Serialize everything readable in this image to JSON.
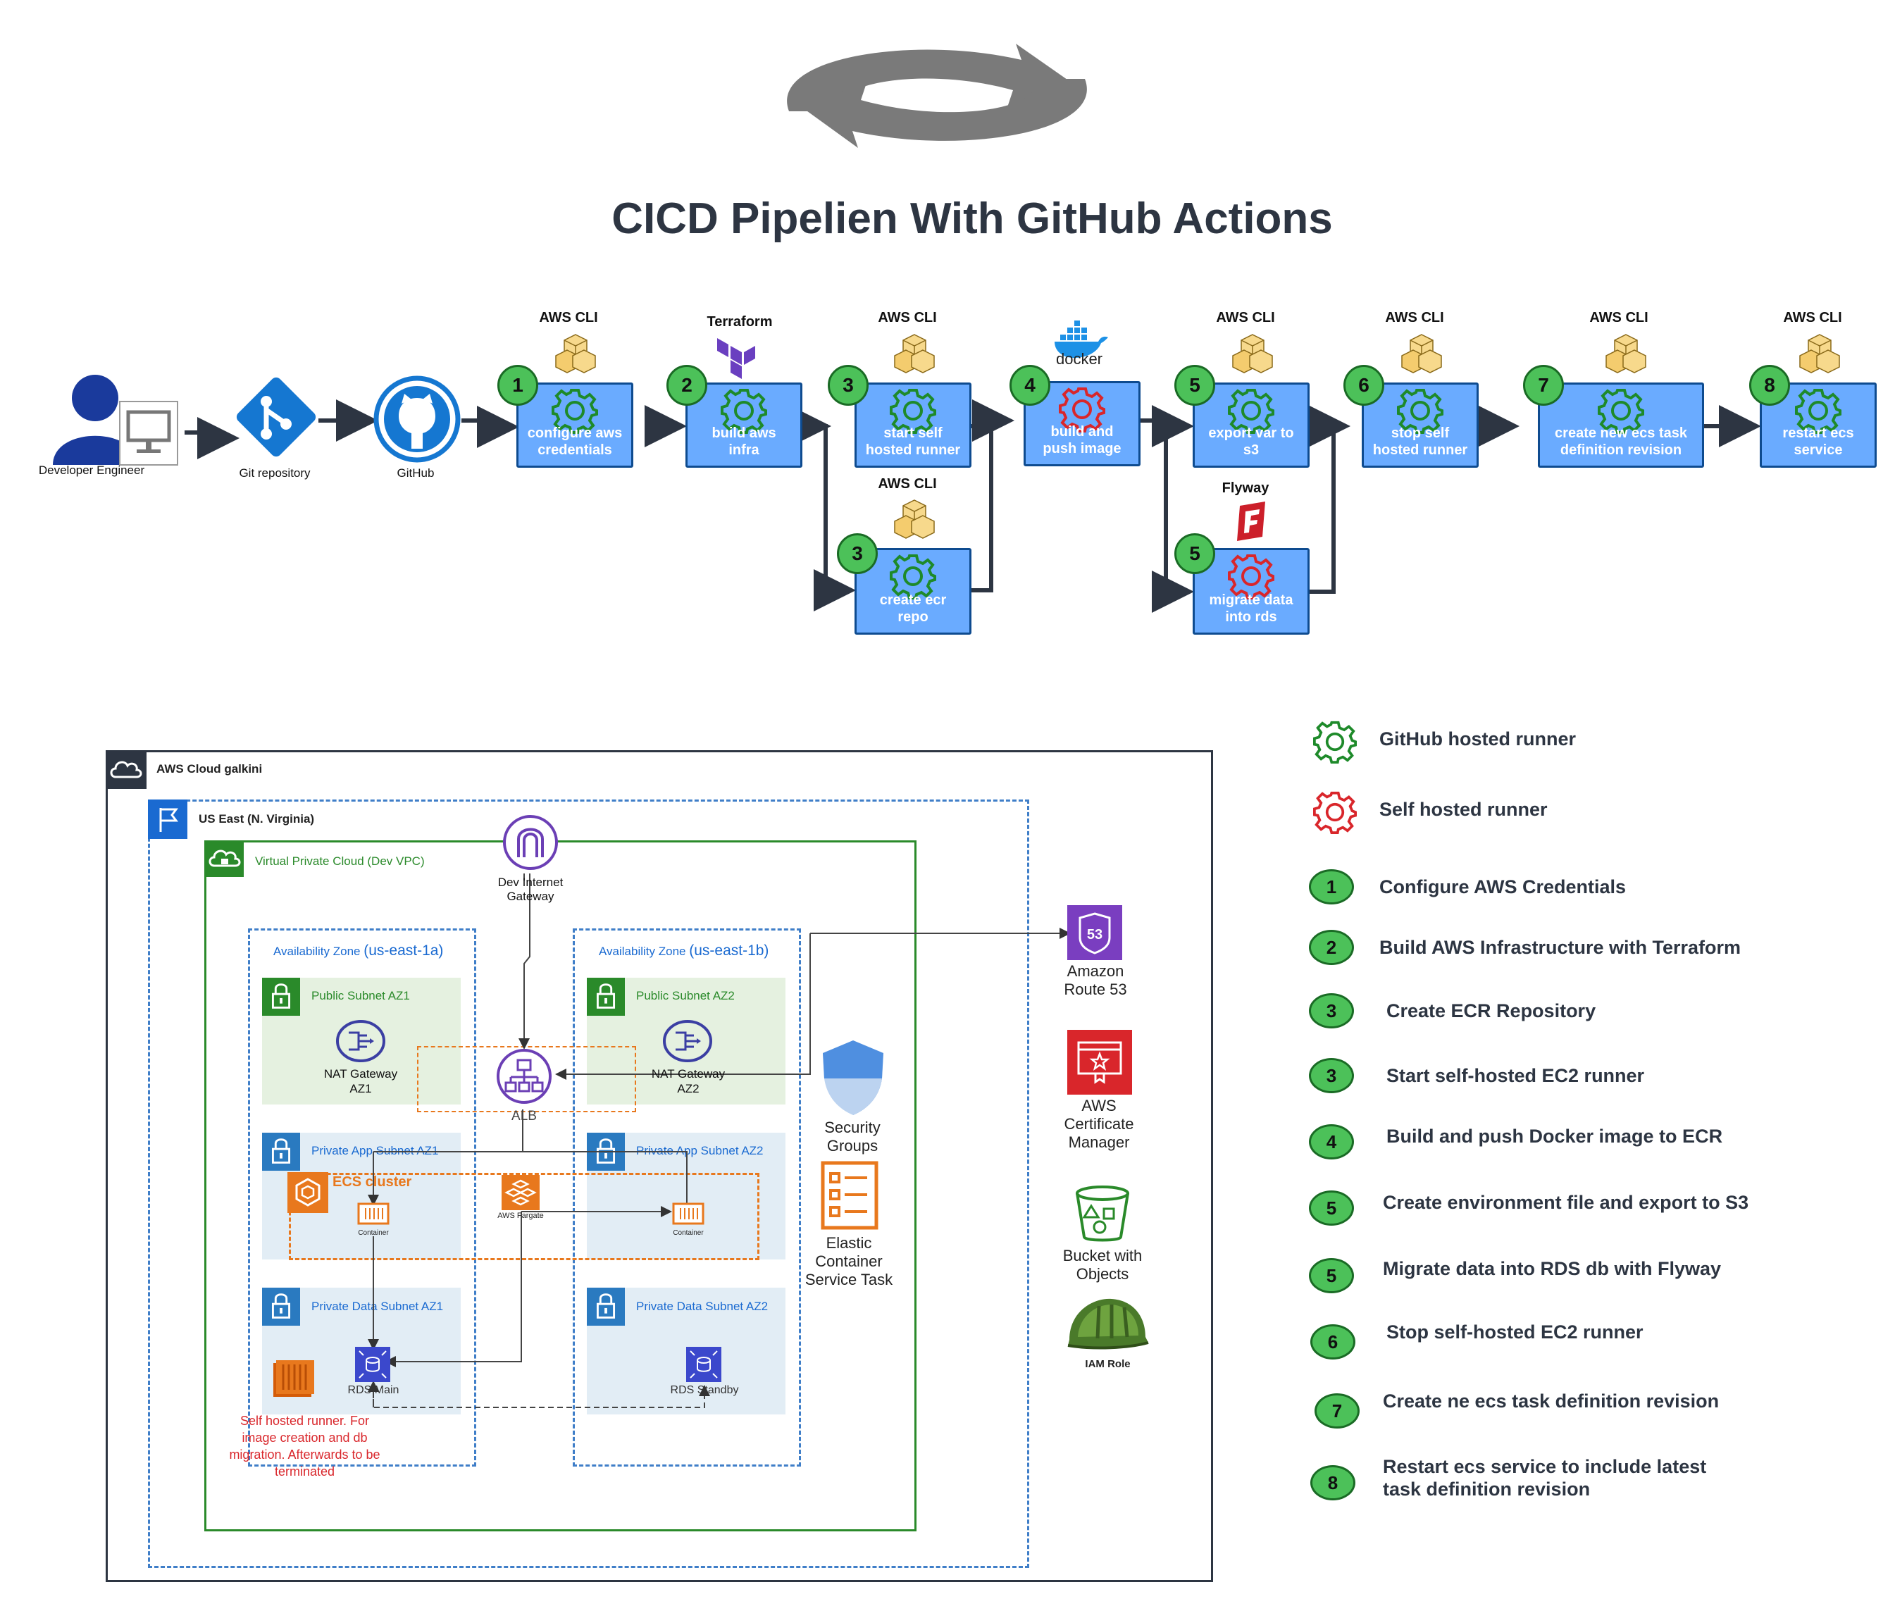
{
  "diagram_title": "CICD Pipelien With GitHub Actions",
  "pipeline": {
    "developer_label": "Developer Engineer",
    "git_label": "Git repository",
    "github_label": "GitHub",
    "docker_label": "docker",
    "steps": [
      {
        "num": "1",
        "text_l1": "configure aws",
        "text_l2": "credentials",
        "tool": "AWS CLI"
      },
      {
        "num": "2",
        "text_l1": "build aws",
        "text_l2": "infra",
        "tool": "Terraform"
      },
      {
        "num": "3",
        "text_l1": "start self",
        "text_l2": "hosted runner",
        "tool": "AWS CLI"
      },
      {
        "num": "3",
        "text_l1": "create ecr",
        "text_l2": "repo",
        "tool": "AWS CLI"
      },
      {
        "num": "4",
        "text_l1": "build and",
        "text_l2": "push image",
        "tool": ""
      },
      {
        "num": "5",
        "text_l1": "export var to",
        "text_l2": "s3",
        "tool": "AWS CLI"
      },
      {
        "num": "5",
        "text_l1": "migrate data",
        "text_l2": "into rds",
        "tool": "Flyway"
      },
      {
        "num": "6",
        "text_l1": "stop self",
        "text_l2": "hosted runner",
        "tool": "AWS CLI"
      },
      {
        "num": "7",
        "text_l1": "create new ecs task",
        "text_l2": "definition revision",
        "tool": "AWS CLI"
      },
      {
        "num": "8",
        "text_l1": "restart ecs",
        "text_l2": "service",
        "tool": "AWS CLI"
      }
    ]
  },
  "legend": {
    "github_runner": "GitHub hosted runner",
    "self_runner": "Self hosted runner",
    "items": [
      {
        "num": "1",
        "text": "Configure AWS Credentials"
      },
      {
        "num": "2",
        "text": "Build AWS Infrastructure with Terraform"
      },
      {
        "num": "3",
        "text": "Create ECR Repository"
      },
      {
        "num": "3",
        "text": "Start self-hosted EC2 runner"
      },
      {
        "num": "4",
        "text": "Build and push Docker image to ECR"
      },
      {
        "num": "5",
        "text": "Create environment file and export to S3"
      },
      {
        "num": "5",
        "text": "Migrate data into RDS db with Flyway"
      },
      {
        "num": "6",
        "text": "Stop self-hosted EC2 runner"
      },
      {
        "num": "7",
        "text": "Create ne ecs task definition revision"
      },
      {
        "num": "8",
        "text": "Restart ecs service to include latest",
        "text2": "task definition revision"
      }
    ]
  },
  "architecture": {
    "aws_cloud": "AWS Cloud galkini",
    "region": "US East (N. Virginia)",
    "vpc": "Virtual Private Cloud (Dev VPC)",
    "igw_l1": "Dev Internet",
    "igw_l2": "Gateway",
    "az1_prefix": "Availability Zone",
    "az1_code": "(us-east-1a)",
    "az2_prefix": "Availability Zone",
    "az2_code": "(us-east-1b)",
    "public_az1": "Public Subnet AZ1",
    "public_az2": "Public Subnet AZ2",
    "nat1_l1": "NAT Gateway",
    "nat1_l2": "AZ1",
    "nat2_l1": "NAT Gateway",
    "nat2_l2": "AZ2",
    "alb": "ALB",
    "private_app_az1": "Private App Subnet AZ1",
    "private_app_az2": "Private App Subnet AZ2",
    "ecs_cluster": "ECS cluster",
    "fargate": "AWS Fargate",
    "container1": "Container",
    "container2": "Container",
    "private_data_az1": "Private Data Subnet AZ1",
    "private_data_az2": "Private Data Subnet AZ2",
    "rds_main": "RDS Main",
    "rds_standby": "RDS Standby",
    "runner_note_l1": "Self hosted runner. For",
    "runner_note_l2": "image creation and db",
    "runner_note_l3": "migration. Afterwards to be",
    "runner_note_l4": "terminated",
    "sg_l1": "Security",
    "sg_l2": "Groups",
    "ecs_task_l1": "Elastic",
    "ecs_task_l2": "Container",
    "ecs_task_l3": "Service Task",
    "route53_l1": "Amazon",
    "route53_l2": "Route 53",
    "route53_badge": "53",
    "acm_l1": "AWS",
    "acm_l2": "Certificate",
    "acm_l3": "Manager",
    "s3_l1": "Bucket with",
    "s3_l2": "Objects",
    "iam": "IAM Role"
  },
  "colors": {
    "box_fill": "#6aabff",
    "box_stroke": "#0e4b8f",
    "num_green": "#4cc159",
    "gear_green": "#1e8a2a",
    "gear_red": "#d9262b",
    "vpc_green": "#2a8a2a",
    "region_blue": "#3f7ec8",
    "ecs_orange": "#e8781d",
    "aws_purple": "#6b3fb5"
  }
}
